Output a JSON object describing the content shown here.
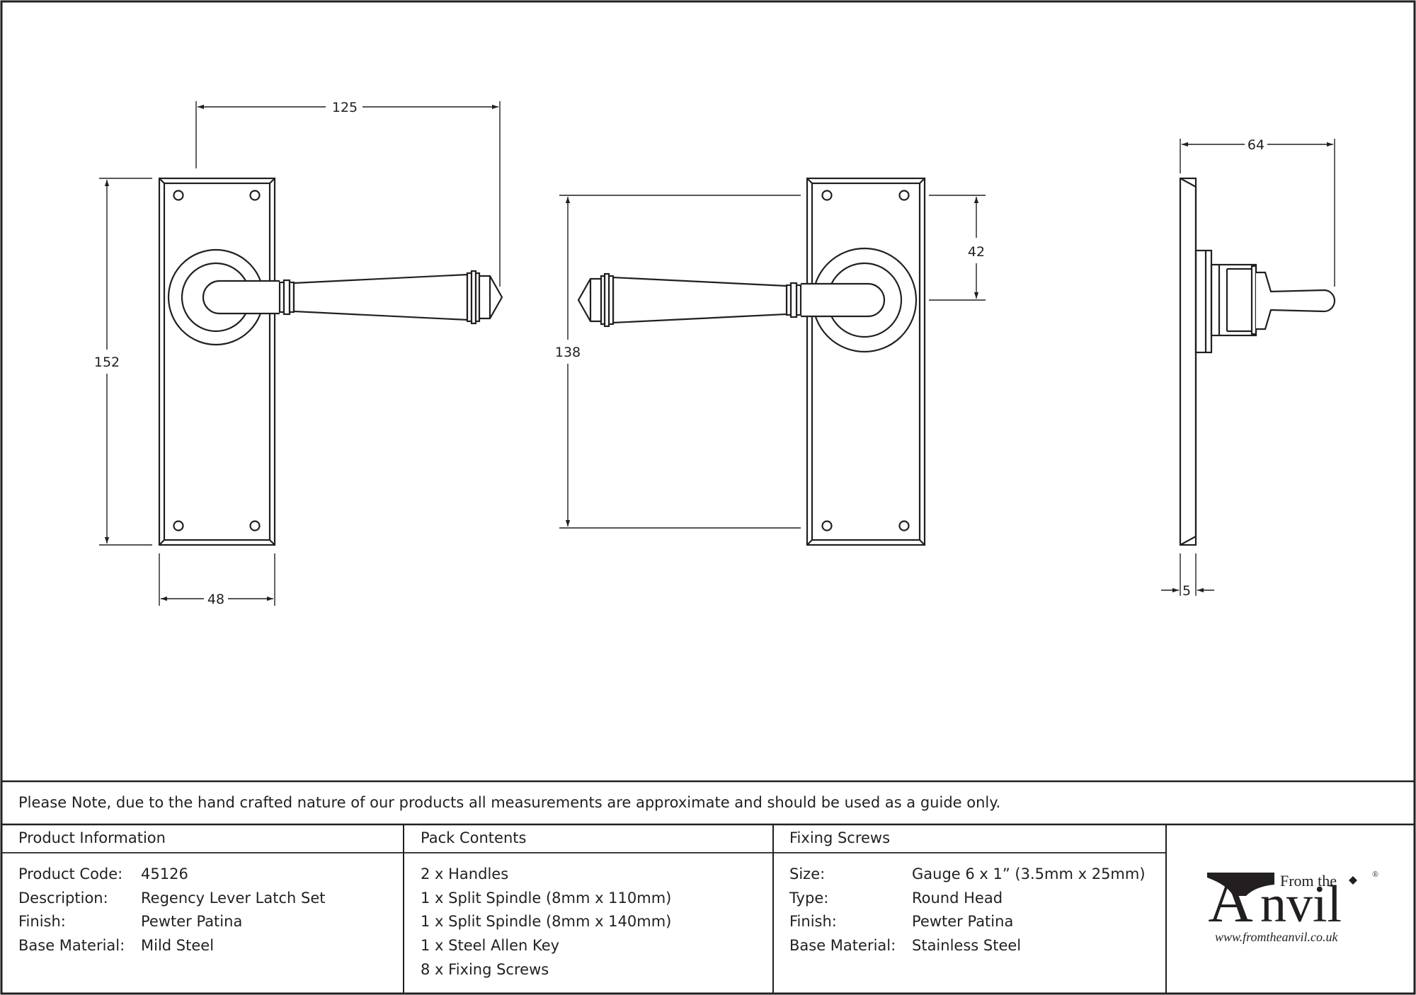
{
  "dimensions": {
    "front_width_overall": "125",
    "front_height": "152",
    "front_plate_width": "48",
    "rear_centres": "138",
    "rear_rose": "42",
    "side_projection": "64",
    "side_plate_thickness": "5"
  },
  "note": "Please Note, due to the hand crafted nature of our products all measurements are approximate and should be used as a guide only.",
  "product_information": {
    "heading": "Product Information",
    "rows": [
      {
        "label": "Product Code:",
        "value": "45126"
      },
      {
        "label": "Description:",
        "value": "Regency Lever Latch Set"
      },
      {
        "label": "Finish:",
        "value": "Pewter Patina"
      },
      {
        "label": "Base Material:",
        "value": "Mild Steel"
      }
    ]
  },
  "pack_contents": {
    "heading": "Pack Contents",
    "items": [
      "2 x Handles",
      "1 x Split Spindle (8mm x 110mm)",
      "1 x Split Spindle (8mm x 140mm)",
      "1 x Steel Allen Key",
      "8 x Fixing Screws"
    ]
  },
  "fixing_screws": {
    "heading": "Fixing Screws",
    "rows": [
      {
        "label": "Size:",
        "value": "Gauge 6 x 1” (3.5mm x 25mm)"
      },
      {
        "label": "Type:",
        "value": "Round Head"
      },
      {
        "label": "Finish:",
        "value": "Pewter Patina"
      },
      {
        "label": "Base Material:",
        "value": "Stainless Steel"
      }
    ]
  },
  "logo": {
    "from_the": "From the",
    "brand": "Anvil",
    "registered": "®",
    "url": "www.fromtheanvil.co.uk"
  }
}
